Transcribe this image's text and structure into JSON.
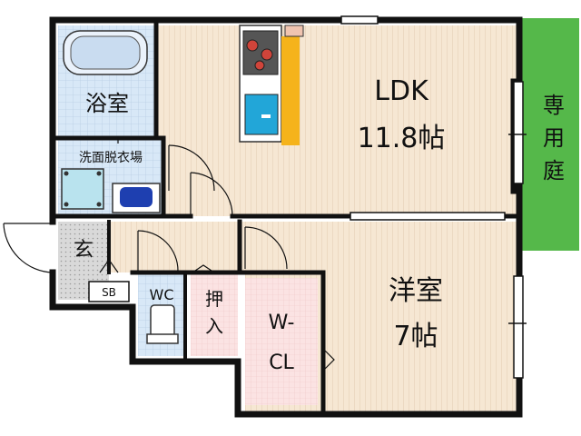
{
  "rooms": {
    "ldk": {
      "name": "LDK",
      "size": "11.8帖"
    },
    "bath": {
      "name": "浴室"
    },
    "wash": {
      "name": "洗面脱衣場"
    },
    "entrance": {
      "name": "玄"
    },
    "sb": {
      "name": "SB"
    },
    "wc": {
      "name": "WC"
    },
    "oshiire": {
      "line1": "押",
      "line2": "入"
    },
    "wcl": {
      "line1": "W-",
      "line2": "CL"
    },
    "western": {
      "name": "洋室",
      "size": "7帖"
    },
    "garden": {
      "line1": "専",
      "line2": "用",
      "line3": "庭"
    }
  },
  "colors": {
    "wall": "#111111",
    "floor_wood": "#f6e7d3",
    "floor_line": "#e3cbb0",
    "tile_blue": "#d8e8f7",
    "garden_green": "#55b84a",
    "kitchen_orange": "#f5b31b",
    "closet_pink": "#fbe3e3"
  }
}
